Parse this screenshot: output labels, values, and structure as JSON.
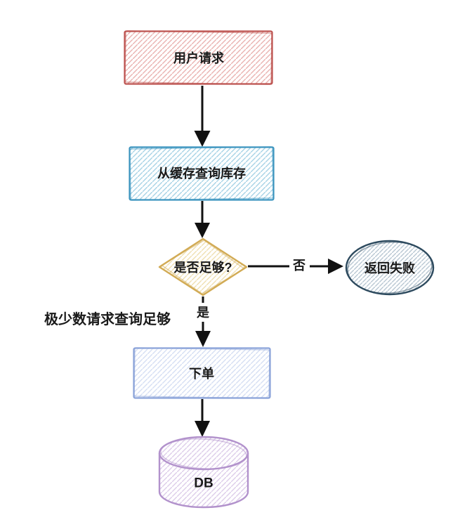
{
  "nodes": {
    "user_request": {
      "label": "用户请求",
      "stroke": "#bd5350",
      "hatch": "#eab3b1"
    },
    "query_cache": {
      "label": "从缓存查询库存",
      "stroke": "#3c95bf",
      "hatch": "#a8d3e6"
    },
    "enough_check": {
      "label": "是否足够?",
      "stroke": "#d2ab55",
      "hatch": "#efe0b2"
    },
    "return_fail": {
      "label": "返回失败",
      "stroke": "#2d4a5e",
      "hatch": "#b9c8d3"
    },
    "place_order": {
      "label": "下单",
      "stroke": "#8ba3d9",
      "hatch": "#d6dff3"
    },
    "db": {
      "label": "DB",
      "stroke": "#b292cc",
      "hatch": "#ddcdea"
    }
  },
  "edges": {
    "no_label": "否",
    "yes_label": "是"
  },
  "annotation": {
    "few_requests": "极少数请求查询足够"
  },
  "arrow_color": "#111111"
}
